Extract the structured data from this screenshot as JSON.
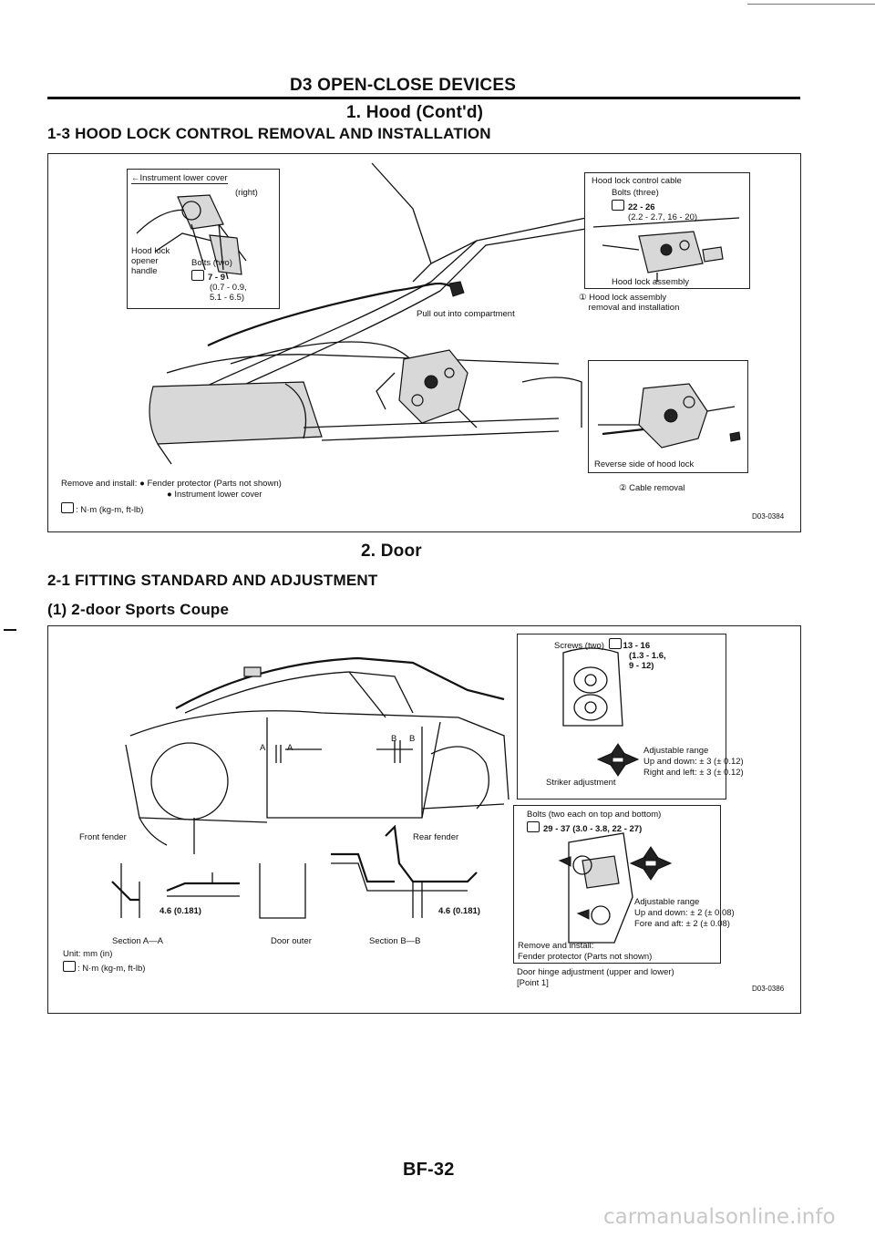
{
  "header": {
    "chapter": "D3 OPEN-CLOSE DEVICES",
    "subtitle": "1. Hood (Cont'd)",
    "section_title": "1-3 HOOD LOCK CONTROL REMOVAL AND INSTALLATION"
  },
  "fig1": {
    "inset_left": {
      "cover": "←Instrument lower cover",
      "right": "(right)",
      "handle": "Hood lock\nopener\nhandle",
      "bolts": "Bolts (two)",
      "torque": "7 - 9",
      "torque_alt": "(0.7 - 0.9,\n5.1 - 6.5)"
    },
    "pull_note": "Pull out into compartment",
    "inset_right_top": {
      "cable": "Hood lock control cable",
      "bolts": "Bolts (three)",
      "torque": "22 - 26",
      "torque_alt": "(2.2 - 2.7, 16 - 20)",
      "assembly": "Hood lock assembly",
      "caption": "① Hood lock assembly\n    removal and installation"
    },
    "inset_right_bottom": {
      "reverse": "Reverse side of hood lock",
      "caption": "② Cable removal"
    },
    "remove_note_1": "Remove and install: ● Fender protector (Parts not shown)",
    "remove_note_2": "● Instrument lower cover",
    "torque_unit": ": N·m (kg-m, ft-lb)",
    "code": "D03-0384"
  },
  "door": {
    "title": "2. Door",
    "section_title": "2-1 FITTING STANDARD AND ADJUSTMENT",
    "subsection": "(1) 2-door Sports Coupe"
  },
  "fig2": {
    "a_label": "A",
    "b_label": "B",
    "front_fender": "Front fender",
    "rear_fender": "Rear fender",
    "dim_a": "4.6 (0.181)",
    "dim_b": "4.6 (0.181)",
    "section_a": "Section A—A",
    "section_b": "Section B—B",
    "door_outer": "Door outer",
    "unit": "Unit: mm (in)",
    "torque_unit": ": N·m (kg-m, ft-lb)",
    "striker": {
      "screws": "Screws (two)",
      "torque": "13 - 16",
      "torque_alt": "(1.3 - 1.6,\n9 - 12)",
      "range_title": "Adjustable range",
      "updown": "Up and down: ± 3 (± 0.12)",
      "rightleft": "Right and left: ± 3 (± 0.12)",
      "caption": "Striker adjustment"
    },
    "hinge": {
      "bolts": "Bolts (two each on top and bottom)",
      "torque": "29 - 37 (3.0 - 3.8, 22 - 27)",
      "range_title": "Adjustable range",
      "updown": "Up and down: ± 2 (± 0.08)",
      "foreaft": "Fore and aft: ± 2 (± 0.08)",
      "remove": "Remove and install:",
      "fender": "Fender protector (Parts not shown)",
      "caption": "Door hinge adjustment (upper and lower)",
      "point": "[Point 1]"
    },
    "code": "D03-0386"
  },
  "footer": {
    "page": "BF-32",
    "watermark": "carmanualsonline.info"
  }
}
